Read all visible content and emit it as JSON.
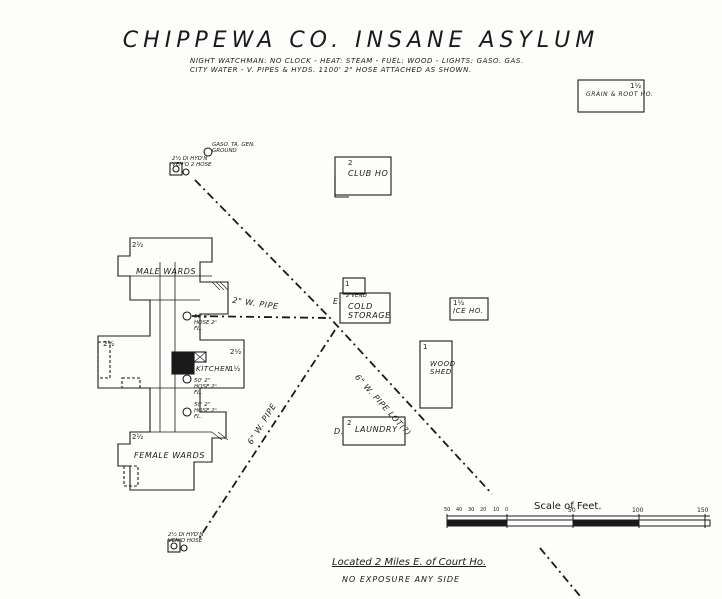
{
  "title": "Chippewa Co. Insane Asylum",
  "notes": {
    "line1": "Night Watchman: No Clock - Heat: Steam - Fuel: Wood - Lights: Gaso. Gas.",
    "line2": "City Water - V. Pipes & Hyds. 1100' 2\" Hose Attached As Shown."
  },
  "buildings": {
    "grain_root": {
      "label": "Grain & Root Ho.",
      "stories": "1½"
    },
    "club": {
      "label": "Club Ho",
      "stories": "2"
    },
    "cold_storage": {
      "label": "Cold Storage",
      "letter": "E.",
      "upper": "2 Vend",
      "stories_a": "1",
      "stories_b": "2"
    },
    "ice": {
      "label": "Ice Ho.",
      "stories": "1½"
    },
    "wood_shed": {
      "label": "Wood Shed",
      "stories": "1"
    },
    "laundry": {
      "label": "Laundry",
      "letter": "D.",
      "stories": "2"
    },
    "male_wards": {
      "label": "Male Wards",
      "stories": "2½"
    },
    "female_wards": {
      "label": "Female Wards",
      "stories": "2½"
    },
    "kitchen": {
      "label": "Kitchen",
      "stories": "2½",
      "side": "1½",
      "annex": "1"
    },
    "center": {
      "stories_left": "2½",
      "stories_right": "2½"
    }
  },
  "annotations": {
    "gas_generator": "Gaso. Ta. Gen. Ground",
    "hydrant_top": "2½ Di Hyd'n Ven'd 2 Hose",
    "hydrant_bottom": "2½ Di Hyd'n Ven'd Hose",
    "hose_1": "50' 2\" Hose 2ⁿ Fl.",
    "hose_2": "50' 2\" Hose 2ⁿ Fl.",
    "hose_3": "50' 2\" Hose 2ⁿ Fl."
  },
  "pipes": {
    "pipe_a": "2\" W. Pipe",
    "pipe_b": "6\" W. Pipe Lot(?)",
    "pipe_c": "6\" W. Pipe"
  },
  "scale": {
    "title": "Scale of Feet.",
    "ticks": [
      "50",
      "40",
      "30",
      "20",
      "10",
      "0",
      "50",
      "100",
      "150"
    ]
  },
  "location": "Located 2 Miles E. of Court Ho.",
  "exposure": "No Exposure Any Side"
}
